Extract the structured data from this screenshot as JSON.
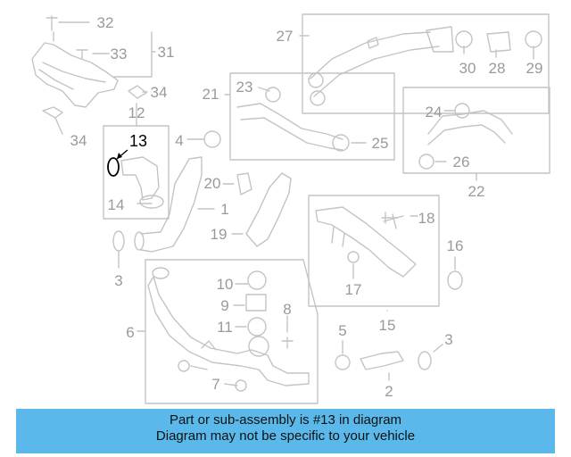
{
  "diagram": {
    "part_labels": [
      "1",
      "2",
      "3",
      "3",
      "4",
      "5",
      "6",
      "7",
      "8",
      "9",
      "10",
      "11",
      "12",
      "13",
      "14",
      "15",
      "16",
      "17",
      "18",
      "19",
      "20",
      "21",
      "22",
      "23",
      "24",
      "25",
      "26",
      "27",
      "28",
      "29",
      "30",
      "31",
      "32",
      "33",
      "34",
      "34"
    ],
    "highlighted_part": "13"
  },
  "banner": {
    "line1": "Part or sub-assembly is #13 in diagram",
    "line2": "Diagram may not be specific to your vehicle"
  },
  "colors": {
    "line": "#c4c4c4",
    "label": "#9a9a9a",
    "highlight": "#000000",
    "banner_bg": "#5ab9ea"
  }
}
